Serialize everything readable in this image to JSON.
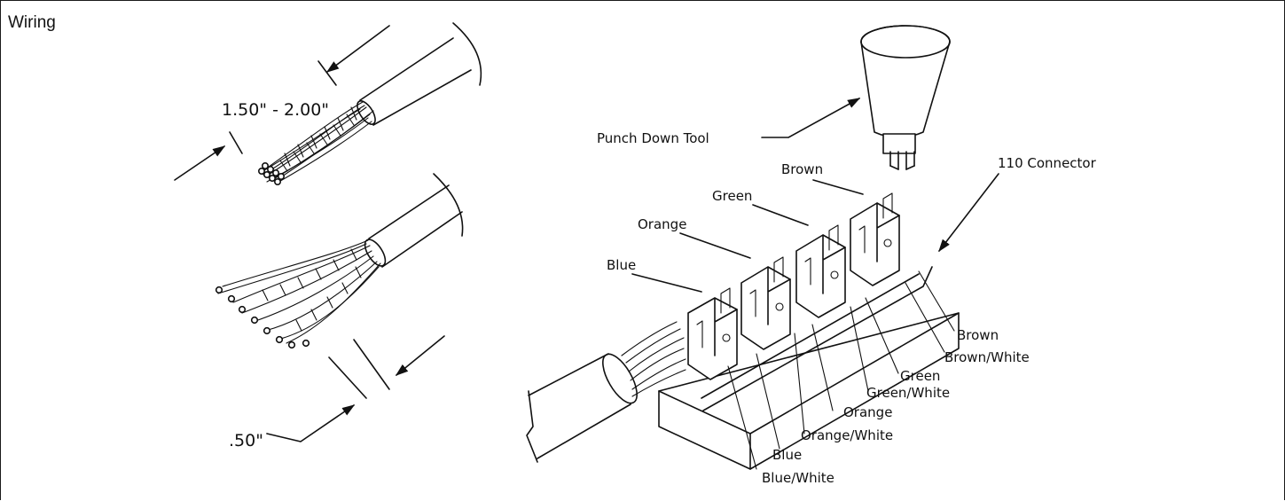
{
  "title": "Wiring",
  "dimensions": {
    "strip_length": "1.50\" - 2.00\"",
    "untwist_length": ".50\""
  },
  "labels": {
    "tool": "Punch Down Tool",
    "connector": "110 Connector",
    "top_pairs": [
      "Brown",
      "Green",
      "Orange",
      "Blue"
    ],
    "conductors": [
      "Brown",
      "Brown/White",
      "Green",
      "Green/White",
      "Orange",
      "Orange/White",
      "Blue",
      "Blue/White"
    ]
  }
}
